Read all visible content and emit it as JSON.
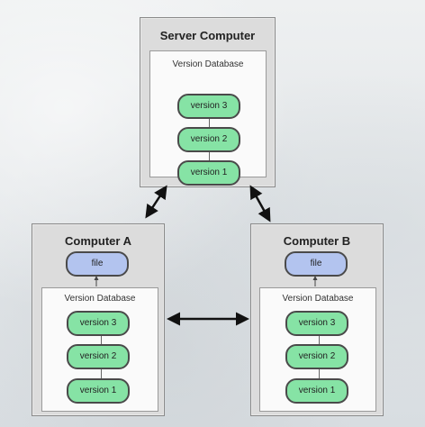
{
  "server": {
    "title": "Server Computer",
    "db_label": "Version Database",
    "versions": [
      "version 3",
      "version 2",
      "version 1"
    ]
  },
  "computer_a": {
    "title": "Computer A",
    "file": "file",
    "db_label": "Version Database",
    "versions": [
      "version 3",
      "version 2",
      "version 1"
    ]
  },
  "computer_b": {
    "title": "Computer B",
    "file": "file",
    "db_label": "Version Database",
    "versions": [
      "version 3",
      "version 2",
      "version 1"
    ]
  },
  "colors": {
    "version_fill": "#86e3a5",
    "file_fill": "#b3c4ef",
    "box_fill": "#dcdcdc",
    "database_fill": "#fafafa"
  }
}
